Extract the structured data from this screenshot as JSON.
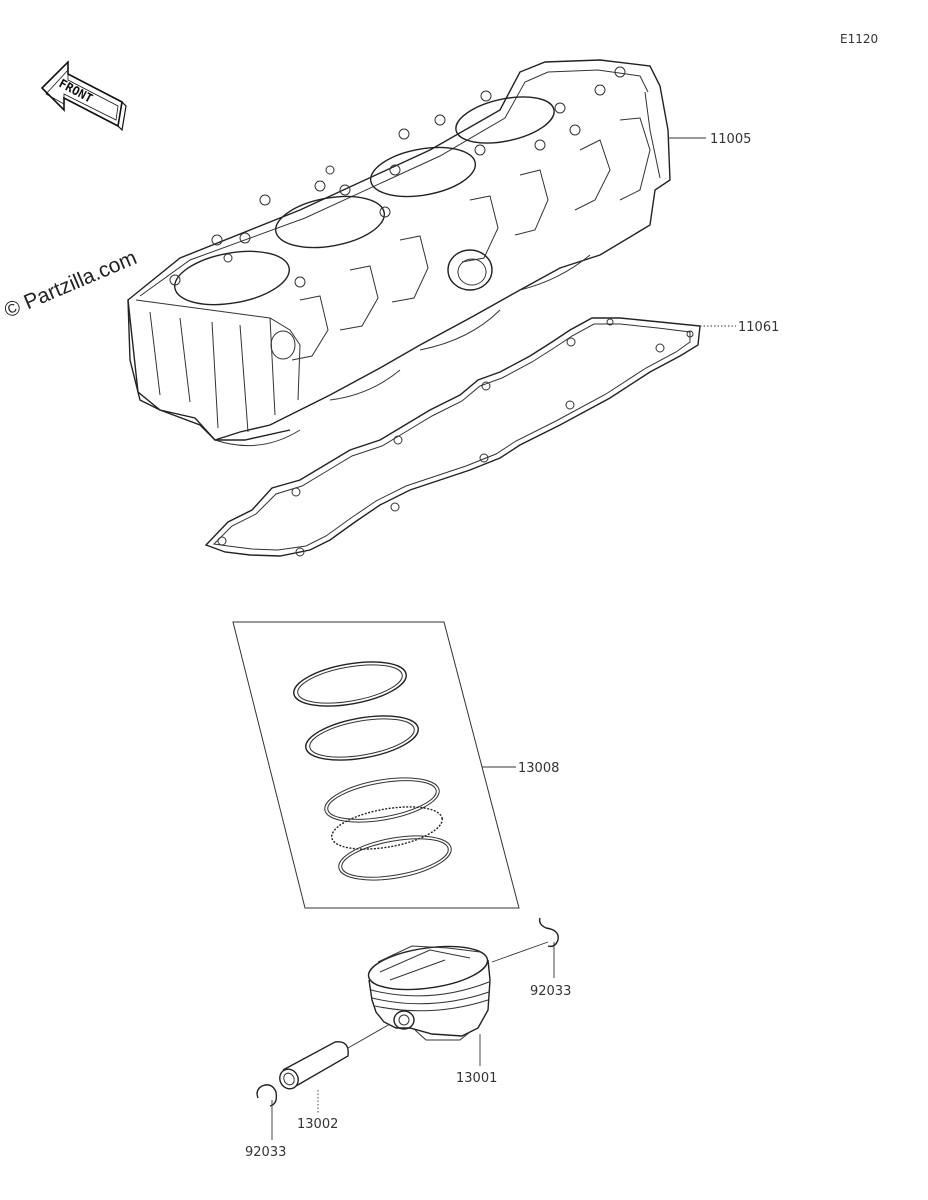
{
  "diagram_code": "E1120",
  "watermark": "© Partzilla.com",
  "front_label": "FRONT",
  "parts": {
    "cylinder": "11005",
    "gasket": "11061",
    "ring_set": "13008",
    "piston": "13001",
    "piston_pin": "13002",
    "snap_ring_right": "92033",
    "snap_ring_left": "92033"
  },
  "colors": {
    "line": "#222222",
    "background": "#ffffff"
  }
}
